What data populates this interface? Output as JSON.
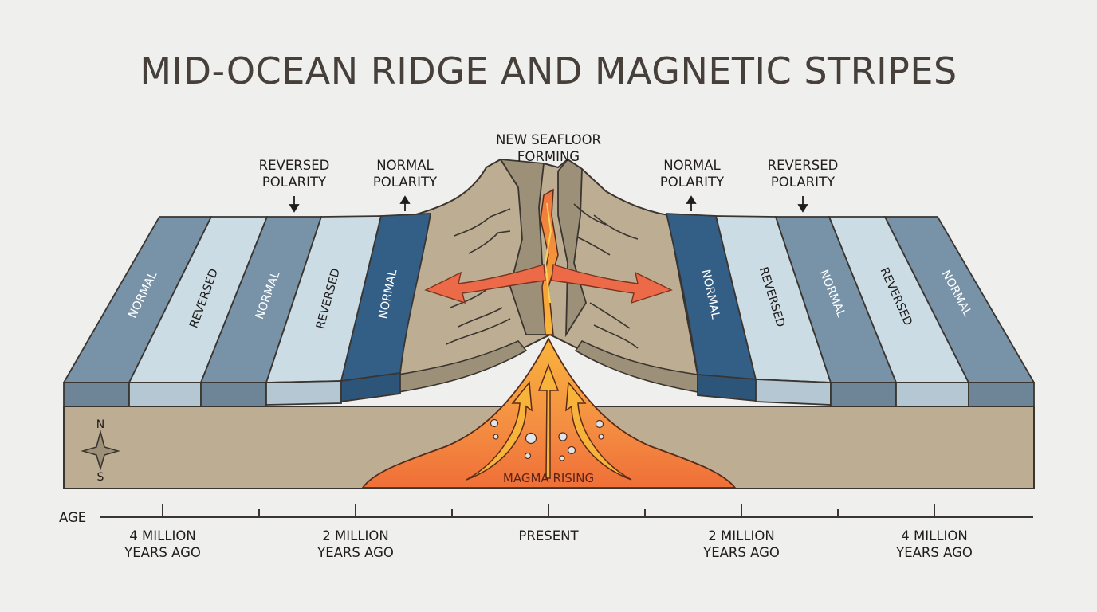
{
  "title": "MID-OCEAN RIDGE AND MAGNETIC STRIPES",
  "top_labels": {
    "center": {
      "line1": "NEW SEAFLOOR",
      "line2": "FORMING"
    },
    "left_reversed": {
      "line1": "REVERSED",
      "line2": "POLARITY",
      "arrow": "down"
    },
    "left_normal": {
      "line1": "NORMAL",
      "line2": "POLARITY",
      "arrow": "up"
    },
    "right_normal": {
      "line1": "NORMAL",
      "line2": "POLARITY",
      "arrow": "up"
    },
    "right_reversed": {
      "line1": "REVERSED",
      "line2": "POLARITY",
      "arrow": "down"
    }
  },
  "stripes": {
    "left": [
      "NORMAL",
      "REVERSED",
      "NORMAL",
      "REVERSED",
      "NORMAL"
    ],
    "right": [
      "NORMAL",
      "REVERSED",
      "NORMAL",
      "REVERSED",
      "NORMAL"
    ]
  },
  "magma_label": "MAGMA RISING",
  "compass": {
    "north": "N",
    "south": "S"
  },
  "age_axis": {
    "label": "AGE",
    "ticks": [
      {
        "line1": "4 MILLION",
        "line2": "YEARS AGO"
      },
      {
        "line1": "2 MILLION",
        "line2": "YEARS AGO"
      },
      {
        "line1": "PRESENT",
        "line2": ""
      },
      {
        "line1": "2 MILLION",
        "line2": "YEARS AGO"
      },
      {
        "line1": "4 MILLION",
        "line2": "YEARS AGO"
      }
    ]
  },
  "colors": {
    "background": "#efefed",
    "normal_dark": "#335f86",
    "normal": "#7893a8",
    "reversed": "#cbdce5",
    "crust": "#bcad93",
    "ridge_rock": "#a89a82",
    "magma_orange": "#f07a3c",
    "magma_yellow": "#f8b33a",
    "arrow_red": "#ec6a48",
    "outline": "#3a3530"
  }
}
